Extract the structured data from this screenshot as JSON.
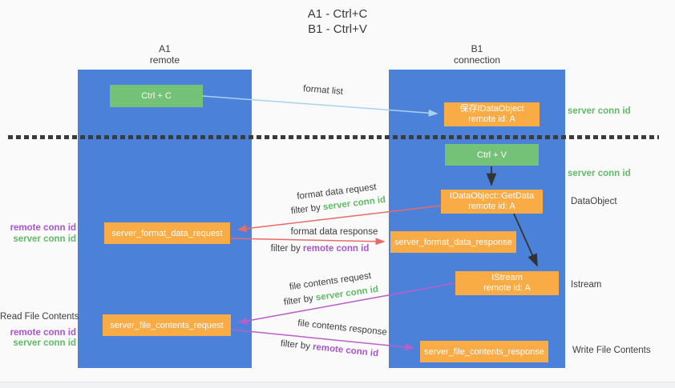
{
  "title": {
    "line1": "A1 - Ctrl+C",
    "line2": "B1 - Ctrl+V"
  },
  "lanes": {
    "left": {
      "header_line1": "A1",
      "header_line2": "remote"
    },
    "right": {
      "header_line1": "B1",
      "header_line2": "connection"
    }
  },
  "nodes": {
    "ctrl_c": "Ctrl + C",
    "ctrl_v": "Ctrl + V",
    "save_dataobject": {
      "line1": "保存IDataObject",
      "line2": "remote id: A"
    },
    "getdata": {
      "line1": "IDataObject::GetData",
      "line2": "remote id: A"
    },
    "istream": {
      "line1": "IStream",
      "line2": "remote id: A"
    },
    "format_request": "server_format_data_request",
    "format_response": "server_format_data_response",
    "file_request": "server_file_contents_request",
    "file_response": "server_file_contents_response"
  },
  "arrow_labels": {
    "format_list": "format list",
    "format_data_request": {
      "text": "format data request",
      "filter_prefix": "filter by ",
      "filter_key": "server conn id"
    },
    "format_data_response": {
      "text": "format data response",
      "filter_prefix": "filter by ",
      "filter_key": "remote conn id"
    },
    "file_contents_request": {
      "text": "file contents request",
      "filter_prefix": "filter by ",
      "filter_key": "server conn id"
    },
    "file_contents_response": {
      "text": "file contents response",
      "filter_prefix": "filter by ",
      "filter_key": "remote conn id"
    }
  },
  "side_labels": {
    "right_top_server": "server conn id",
    "right_ctrlv_server": "server conn id",
    "right_dataobject": "DataObject",
    "right_istream": "Istream",
    "right_write_file": "Write File Contents",
    "left_format_remote": "remote conn id",
    "left_format_server": "server conn id",
    "left_read_file": "Read File Contents",
    "left_file_remote": "remote conn id",
    "left_file_server": "server conn id"
  },
  "colors": {
    "lane_blue": "#4b81d8",
    "node_green": "#74c278",
    "node_orange": "#f9ab45",
    "arrow_red": "#e96a66",
    "arrow_purple": "#bb5fc8",
    "arrow_light_blue": "#a9d2ee",
    "arrow_black": "#333333",
    "text_green": "#5fbb66",
    "text_purple": "#a855c8"
  }
}
